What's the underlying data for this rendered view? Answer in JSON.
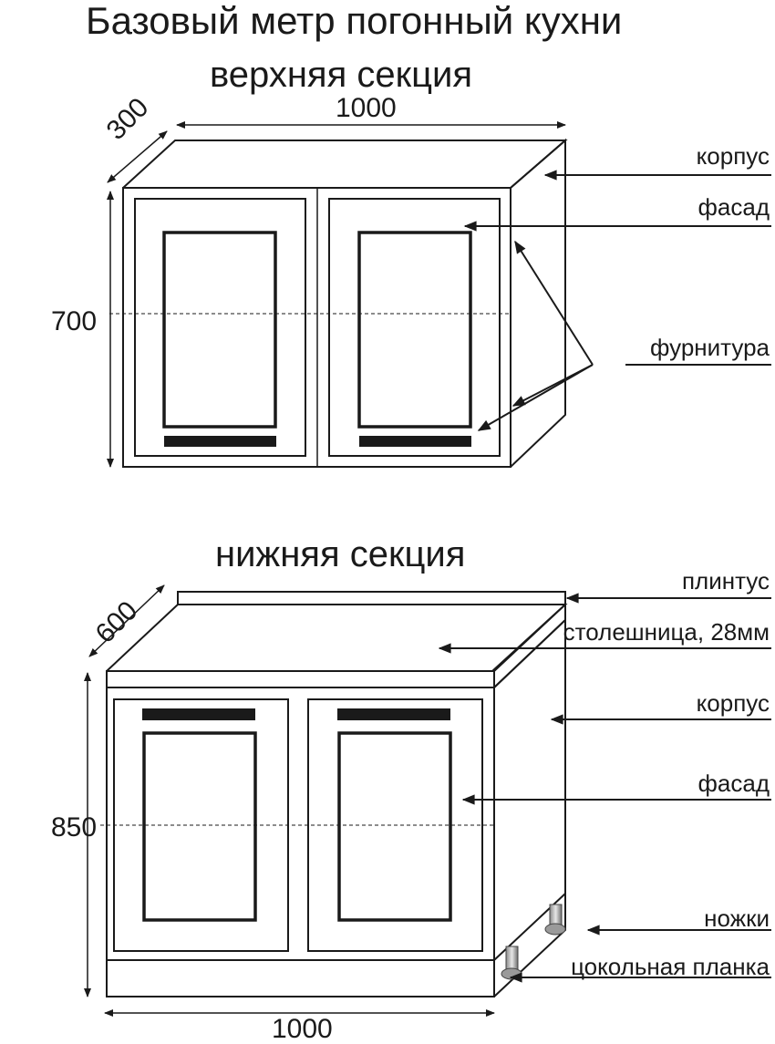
{
  "title": "Базовый метр погонный кухни",
  "upper": {
    "heading": "верхняя секция",
    "width": "1000",
    "depth": "300",
    "height": "700",
    "labels": {
      "korpus": "корпус",
      "fasad": "фасад",
      "furnitura": "фурнитура"
    }
  },
  "lower": {
    "heading": "нижняя секция",
    "width": "1000",
    "depth": "600",
    "height": "850",
    "labels": {
      "plintus": "плинтус",
      "stoleshnica": "столешница, 28мм",
      "korpus": "корпус",
      "fasad": "фасад",
      "nozhki": "ножки",
      "cokol": "цокольная планка"
    }
  }
}
